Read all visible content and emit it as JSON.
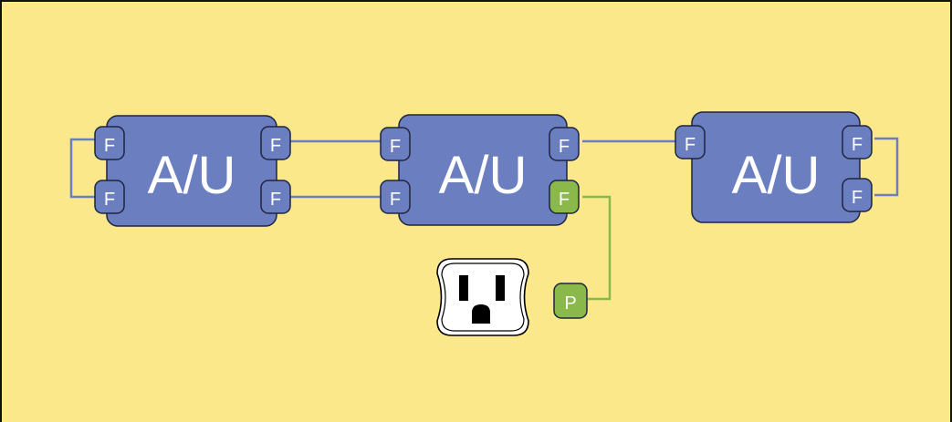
{
  "colors": {
    "background": "#fae88a",
    "frame": "#111111",
    "unit_fill": "#6b7fc0",
    "unit_stroke": "#1e2440",
    "link_blue": "#6b7fc0",
    "link_green": "#8ab84a",
    "port_green": "#8ab84a",
    "outlet_face": "#ffffff",
    "outlet_stroke": "#000000"
  },
  "units": [
    {
      "label": "A/U",
      "ports": [
        {
          "label": "F"
        },
        {
          "label": "F"
        },
        {
          "label": "F"
        },
        {
          "label": "F"
        }
      ]
    },
    {
      "label": "A/U",
      "ports": [
        {
          "label": "F"
        },
        {
          "label": "F"
        },
        {
          "label": "F"
        },
        {
          "label": "F"
        }
      ]
    },
    {
      "label": "A/U",
      "ports": [
        {
          "label": "F"
        },
        {
          "label": "F"
        },
        {
          "label": "F"
        }
      ]
    }
  ],
  "power_port": {
    "label": "P"
  },
  "outlet": {
    "icon": "power-outlet-icon"
  }
}
